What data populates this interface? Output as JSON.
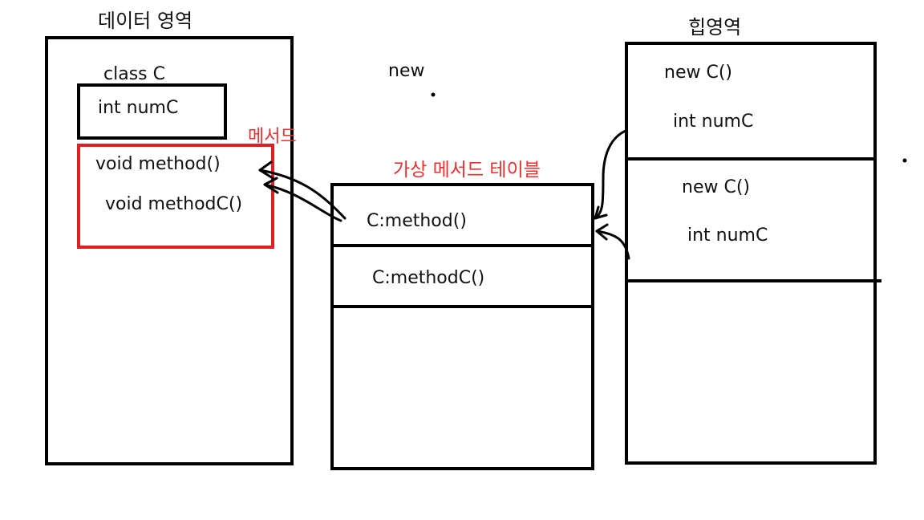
{
  "data_area": {
    "title": "데이터 영역",
    "class_label": "class C",
    "field": "int numC",
    "methods_label": "메서드",
    "method1": "void method()",
    "method2": "void methodC()"
  },
  "vtable": {
    "title": "가상 메서드 테이블",
    "entry1": "C:method()",
    "entry2": "C:methodC()"
  },
  "middle_label": "new",
  "heap": {
    "title": "힙영역",
    "obj1_new": "new C()",
    "obj1_field": "int numC",
    "obj2_new": "new C()",
    "obj2_field": "int numC"
  },
  "colors": {
    "ink": "#000000",
    "accent_red": "#e02020"
  }
}
